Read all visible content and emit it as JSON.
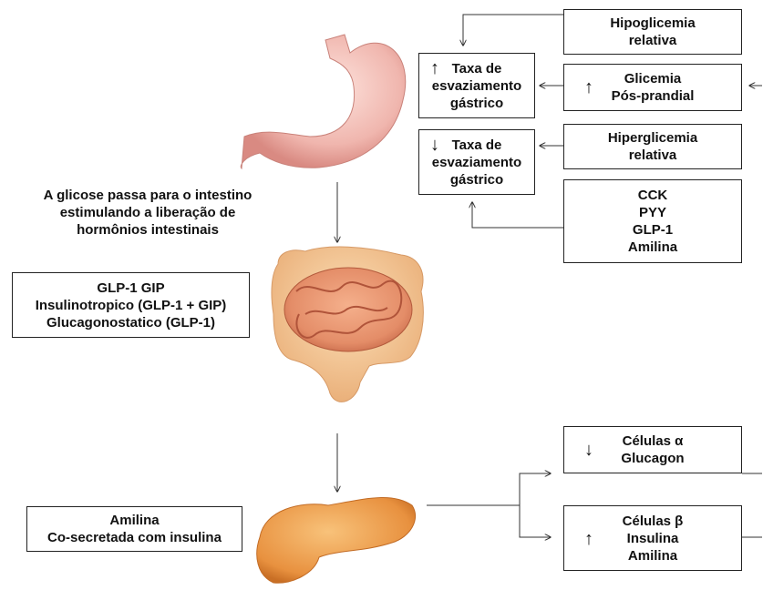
{
  "glucose_text": "A glicose passa para o intestino estimulando a liberação de hormônios intestinais",
  "left_boxes": {
    "incretins": [
      "GLP-1 GIP",
      "Insulinotropico (GLP-1 + GIP)",
      "Glucagonostatico (GLP-1)"
    ],
    "amylin": [
      "Amilina",
      "Co-secretada com insulina"
    ]
  },
  "gastric_boxes": {
    "up": {
      "arrow": "↑",
      "lines": [
        "Taxa de",
        "esvaziamento",
        "gástrico"
      ]
    },
    "down": {
      "arrow": "↓",
      "lines": [
        "Taxa de",
        "esvaziamento",
        "gástrico"
      ]
    }
  },
  "right_boxes": {
    "hypo": [
      "Hipoglicemia",
      "relativa"
    ],
    "glycemia": {
      "arrow": "↑",
      "lines": [
        "Glicemia",
        "Pós-prandial"
      ]
    },
    "hyper": [
      "Hiperglicemia",
      "relativa"
    ],
    "hormones": [
      "CCK",
      "PYY",
      "GLP-1",
      "Amilina"
    ],
    "alpha": {
      "arrow": "↓",
      "lines": [
        "Células α",
        "Glucagon"
      ]
    },
    "beta": {
      "arrow": "↑",
      "lines": [
        "Células β",
        "Insulina",
        "Amilina"
      ]
    }
  },
  "colors": {
    "stomach": "#f0b6ae",
    "intestine": "#e9906c",
    "pancreas": "#eea55a",
    "line": "#333333"
  }
}
